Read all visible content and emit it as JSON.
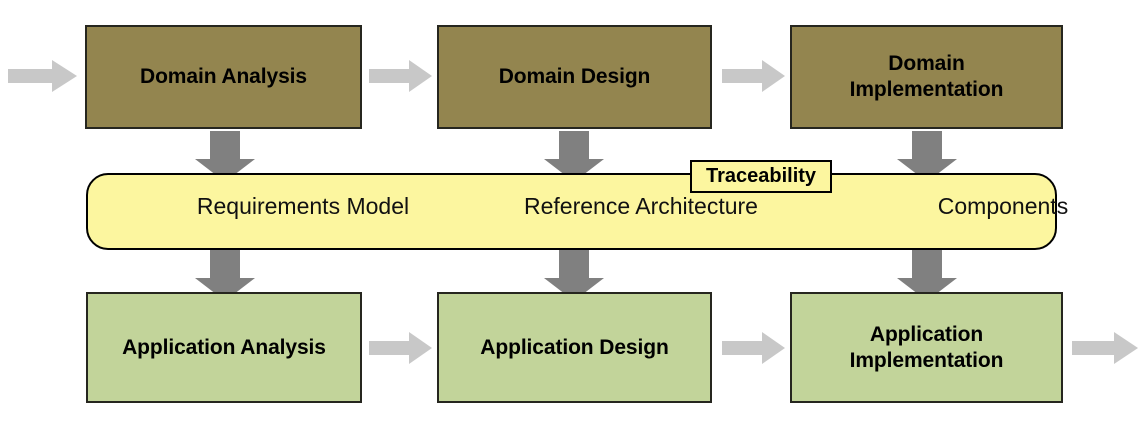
{
  "diagram": {
    "title_colors": {
      "domain_row": "#93854f",
      "application_row": "#c2d49a",
      "repository": "#fcf69f",
      "down_arrow": "#808080",
      "flow_arrow": "#c8c8c8",
      "border": "#26261f"
    },
    "domain_row": {
      "name": "domain-engineering-row",
      "boxes": [
        {
          "label": "Domain Analysis",
          "name": "domain-analysis-box"
        },
        {
          "label": "Domain Design",
          "name": "domain-design-box"
        },
        {
          "label": "Domain\nImplementation",
          "name": "domain-implementation-box",
          "line1": "Domain",
          "line2": "Implementation"
        }
      ]
    },
    "repository": {
      "name": "core-assets-repository",
      "artifacts": [
        {
          "label": "Requirements Model",
          "name": "requirements-model-artifact"
        },
        {
          "label": "Reference Architecture",
          "name": "reference-architecture-artifact"
        },
        {
          "label": "Components",
          "name": "components-artifact"
        }
      ],
      "badge": {
        "label": "Traceability",
        "name": "traceability-badge"
      }
    },
    "application_row": {
      "name": "application-engineering-row",
      "boxes": [
        {
          "label": "Application Analysis",
          "name": "application-analysis-box"
        },
        {
          "label": "Application Design",
          "name": "application-design-box"
        },
        {
          "label": "Application\nImplementation",
          "name": "application-implementation-box",
          "line1": "Application",
          "line2": "Implementation"
        }
      ]
    },
    "flow_arrows": [
      {
        "name": "domain-input-arrow",
        "direction": "right"
      },
      {
        "name": "domain-analysis-to-design-arrow",
        "direction": "right"
      },
      {
        "name": "domain-design-to-implementation-arrow",
        "direction": "right"
      },
      {
        "name": "application-analysis-to-design-arrow",
        "direction": "right"
      },
      {
        "name": "application-design-to-implementation-arrow",
        "direction": "right"
      },
      {
        "name": "application-output-arrow",
        "direction": "right"
      }
    ],
    "asset_arrows": [
      {
        "name": "domain-analysis-to-repository-arrow",
        "direction": "down"
      },
      {
        "name": "domain-design-to-repository-arrow",
        "direction": "down"
      },
      {
        "name": "domain-implementation-to-repository-arrow",
        "direction": "down"
      },
      {
        "name": "repository-to-application-analysis-arrow",
        "direction": "down"
      },
      {
        "name": "repository-to-application-design-arrow",
        "direction": "down"
      },
      {
        "name": "repository-to-application-implementation-arrow",
        "direction": "down"
      }
    ]
  }
}
